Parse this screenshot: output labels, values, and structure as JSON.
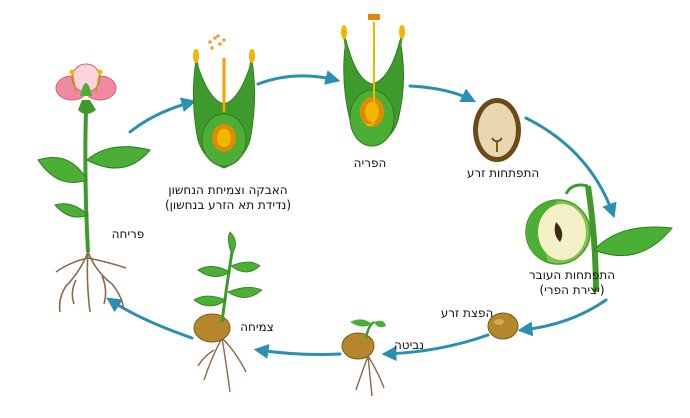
{
  "colors": {
    "arrow": "#2a8fb2",
    "stem": "#3f9a2c",
    "leaf": "#4caf35",
    "leaf_dark": "#2e7d22",
    "root": "#8a6a4a",
    "seed": "#b5872a",
    "seed_dark": "#7b5a17",
    "ovule": "#f2b600",
    "petal": "#f08aa0",
    "petal_light": "#ffd3dc"
  },
  "stages": [
    {
      "id": "flowering",
      "icon": "flowering-plant-icon",
      "lines": [
        "פריחה"
      ]
    },
    {
      "id": "pollination",
      "icon": "pollination-flower-icon",
      "lines": [
        "האבקה וצמיחת הנחשון",
        "(נדידת תא הזרע בנחשון)"
      ]
    },
    {
      "id": "fertilization",
      "icon": "fertilization-flower-icon",
      "lines": [
        "הפריה"
      ]
    },
    {
      "id": "seed-development",
      "icon": "seed-cross-section-icon",
      "lines": [
        "התפתחות זרע"
      ]
    },
    {
      "id": "fruit-development",
      "icon": "fruit-cross-section-icon",
      "lines": [
        "התפתחות העובר",
        "(יצירת הפרי)"
      ]
    },
    {
      "id": "seed-dispersal",
      "icon": "seed-icon",
      "lines": [
        "הפצת זרע"
      ]
    },
    {
      "id": "germination",
      "icon": "seedling-icon",
      "lines": [
        "נביטה"
      ]
    },
    {
      "id": "growth",
      "icon": "young-plant-icon",
      "lines": [
        "צמיחה"
      ]
    }
  ]
}
